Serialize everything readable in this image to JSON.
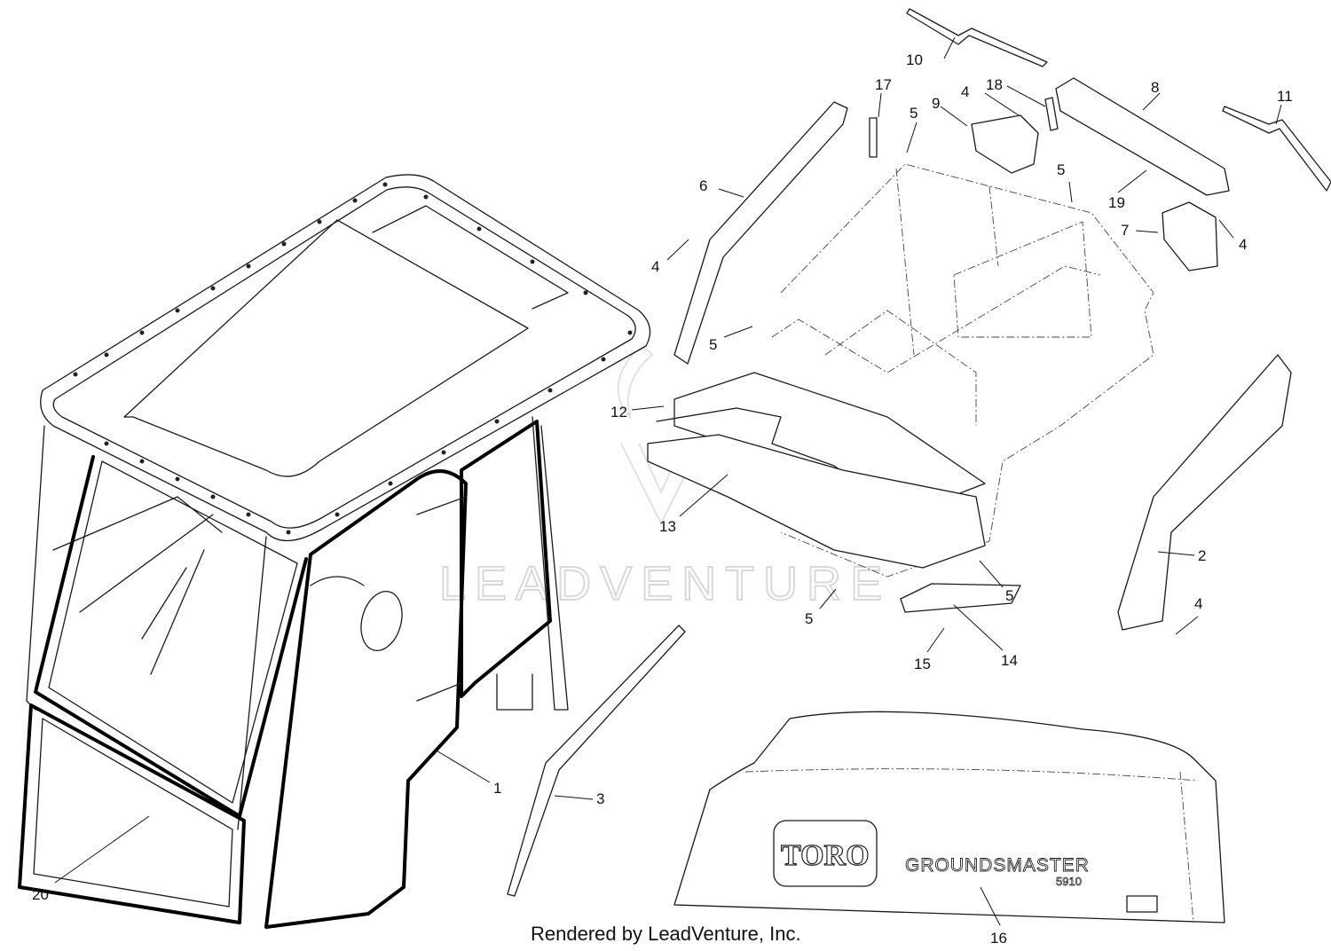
{
  "diagram": {
    "callouts": [
      "1",
      "2",
      "3",
      "4",
      "5",
      "6",
      "7",
      "8",
      "9",
      "10",
      "11",
      "12",
      "13",
      "14",
      "15",
      "16",
      "17",
      "18",
      "19",
      "20"
    ],
    "footer_text": "Rendered by LeadVenture, Inc.",
    "watermark_text": "LEADVENTURE",
    "hood_brand_logo": "TORO",
    "hood_model_name": "GROUNDSMASTER",
    "hood_model_number": "5910"
  }
}
